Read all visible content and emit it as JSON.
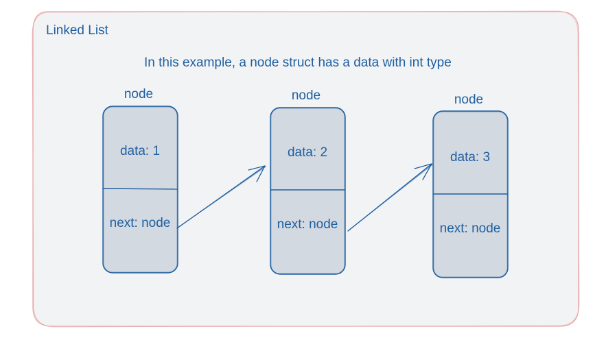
{
  "diagram": {
    "title": "Linked List",
    "subtitle": "In this example, a node struct has a data with int type",
    "nodes": [
      {
        "header": "node",
        "data": "data: 1",
        "next": "next: node"
      },
      {
        "header": "node",
        "data": "data: 2",
        "next": "next: node"
      },
      {
        "header": "node",
        "data": "data: 3",
        "next": "next: node"
      }
    ],
    "colors": {
      "text": "#1f5fa0",
      "node_fill": "#d3d9e1",
      "node_stroke": "#1f5fa0",
      "frame_fill": "#f2f3f5",
      "frame_stroke": "#e8a6a6",
      "arrow": "#1f5fa0"
    }
  }
}
